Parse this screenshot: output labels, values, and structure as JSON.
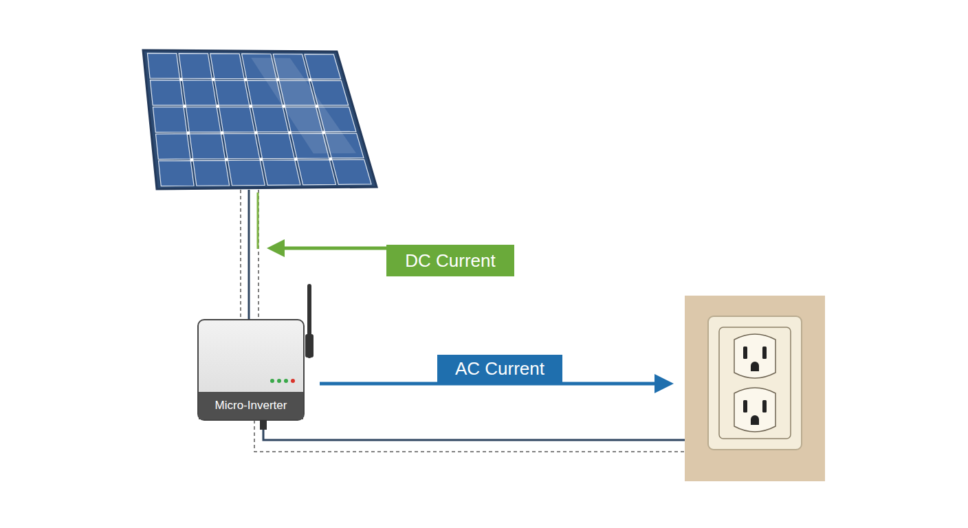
{
  "diagram": {
    "nodes": [
      {
        "text": [
          "DC Current"
        ]
      },
      {
        "text": [
          "AC Current"
        ]
      },
      {
        "text": [
          "Micro-Inverter"
        ]
      }
    ]
  }
}
